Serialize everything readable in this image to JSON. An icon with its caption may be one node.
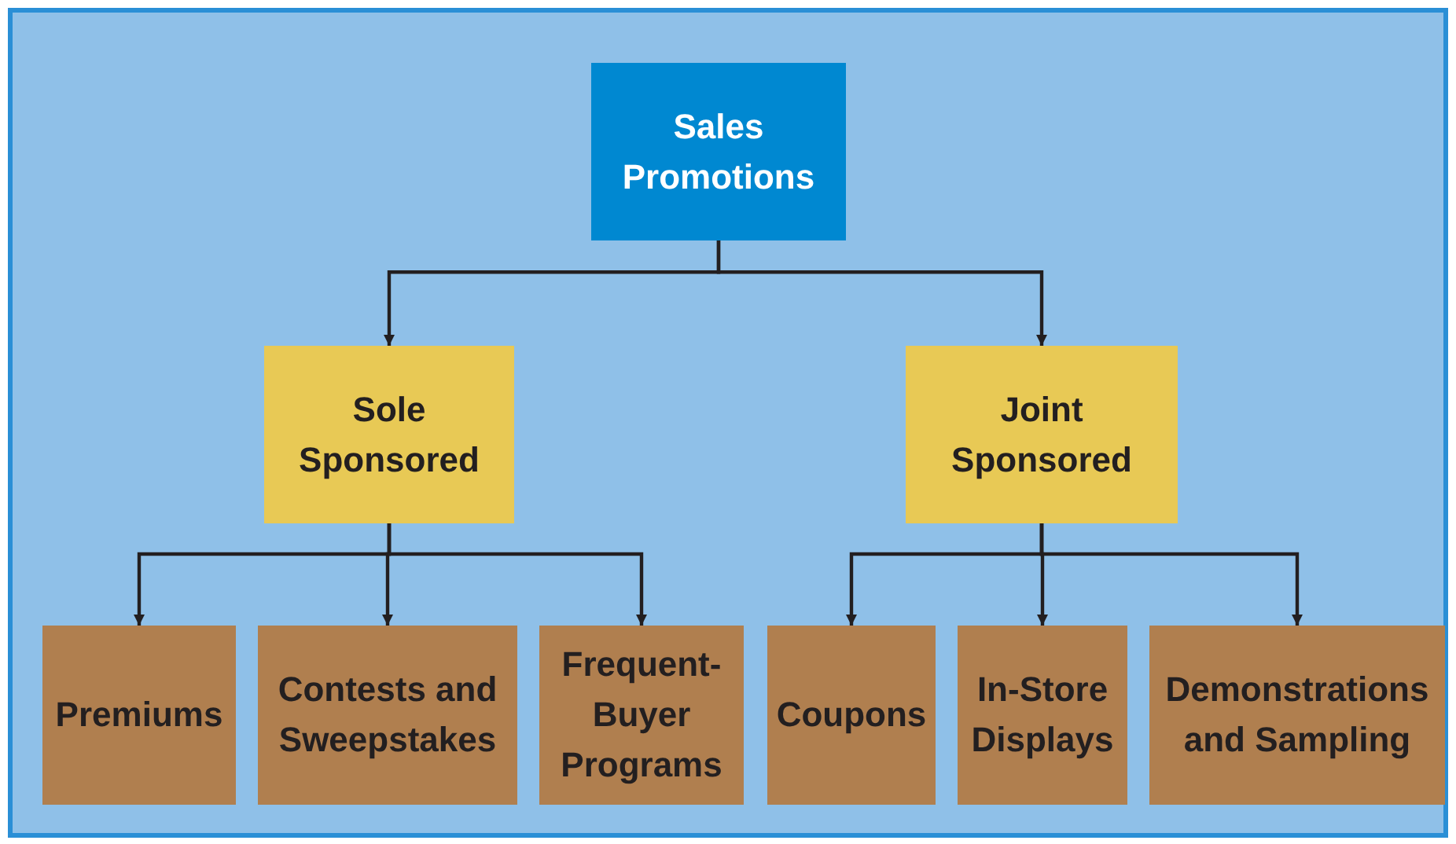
{
  "diagram": {
    "nodes": [
      {
        "text": [
          "Sales Promotions"
        ]
      },
      {
        "text": [
          "Sole Sponsored"
        ]
      },
      {
        "text": [
          "Joint Sponsored"
        ]
      },
      {
        "text": [
          "Premiums"
        ]
      },
      {
        "text": [
          "Contests and Sweepstakes"
        ]
      },
      {
        "text": [
          "Frequent-Buyer Programs"
        ]
      },
      {
        "text": [
          "Coupons"
        ]
      },
      {
        "text": [
          "In-Store Displays"
        ]
      },
      {
        "text": [
          "Demonstrations and Sampling"
        ]
      }
    ],
    "edges": [
      {
        "from": 0,
        "to": 1,
        "arrow": "to"
      },
      {
        "from": 0,
        "to": 2,
        "arrow": "to"
      },
      {
        "from": 1,
        "to": 3,
        "arrow": "to"
      },
      {
        "from": 1,
        "to": 4,
        "arrow": "to"
      },
      {
        "from": 1,
        "to": 5,
        "arrow": "to"
      },
      {
        "from": 2,
        "to": 6,
        "arrow": "to"
      },
      {
        "from": 2,
        "to": 7,
        "arrow": "to"
      },
      {
        "from": 2,
        "to": 8,
        "arrow": "to"
      }
    ]
  }
}
